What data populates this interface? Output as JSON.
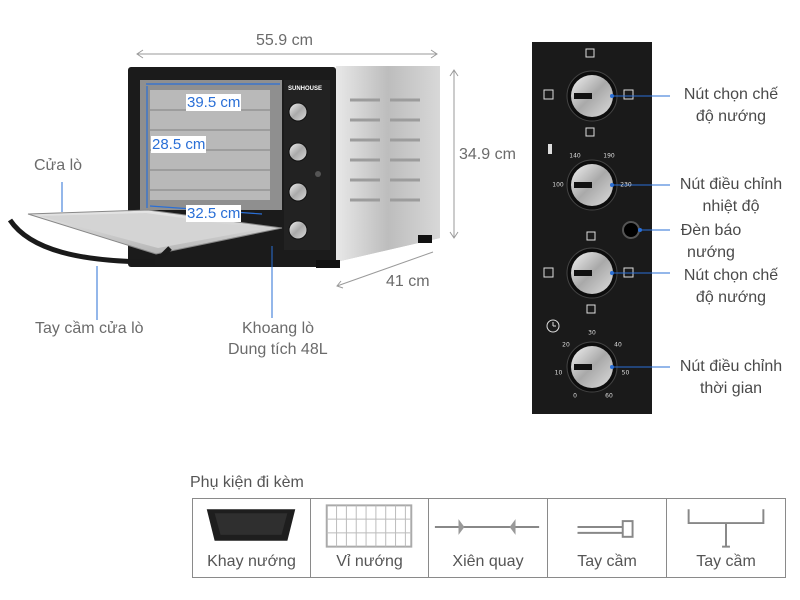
{
  "oven": {
    "brand": "SUNHOUSE",
    "width": "55.9 cm",
    "height": "34.9 cm",
    "depth": "41 cm",
    "inner_width": "39.5 cm",
    "inner_height": "28.5 cm",
    "inner_depth": "32.5 cm",
    "door_label": "Cửa lò",
    "handle_label": "Tay cầm cửa lò",
    "cavity_label_1": "Khoang lò",
    "cavity_label_2": "Dung tích 48L"
  },
  "panel": {
    "knob1_1": "Nút chọn chế",
    "knob1_2": "độ nướng",
    "knob2_1": "Nút điều chỉnh",
    "knob2_2": "nhiệt độ",
    "lamp_1": "Đèn báo",
    "lamp_2": "nướng",
    "knob3_1": "Nút chọn chế",
    "knob3_2": "độ nướng",
    "knob4_1": "Nút điều chỉnh",
    "knob4_2": "thời gian",
    "temp_ticks": [
      "100",
      "140",
      "190",
      "230"
    ],
    "time_ticks": [
      "0",
      "10",
      "20",
      "30",
      "40",
      "50",
      "60"
    ]
  },
  "accessories": {
    "title": "Phụ kiện đi kèm",
    "items": [
      {
        "label": "Khay nướng",
        "icon": "baking-tray-icon"
      },
      {
        "label": "Vỉ nướng",
        "icon": "grill-rack-icon"
      },
      {
        "label": "Xiên quay",
        "icon": "rotisserie-spit-icon"
      },
      {
        "label": "Tay cầm",
        "icon": "spit-handle-icon"
      },
      {
        "label": "Tay cầm",
        "icon": "tray-handle-icon"
      }
    ]
  }
}
